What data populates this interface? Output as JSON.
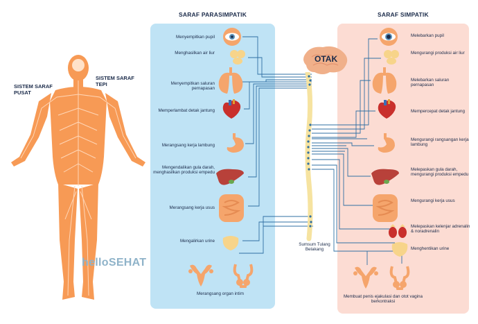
{
  "headers": {
    "parasympathetic": "SARAF PARASIMPATIK",
    "sympathetic": "SARAF SIMPATIK"
  },
  "body_labels": {
    "central": "SISTEM SARAF PUSAT",
    "peripheral": "SISTEM SARAF TEPI"
  },
  "center": {
    "brain": "OTAK",
    "spinal_cord": "Sumsum Tulang Belakang"
  },
  "parasympathetic_items": [
    "Menyempitkan pupil",
    "Menghasilkan air liur",
    "Menyempitkan saluran pernapasan",
    "Memperlambat detak jantung",
    "Merangsang kerja lambung",
    "Mengendalikan gula darah, menghasilkan produksi empedu",
    "Merangsang kerja usus",
    "Mengalirkan urine",
    "Merangsang organ intim"
  ],
  "sympathetic_items": [
    "Melebarkan pupil",
    "Mengurangi produksi air liur",
    "Melebarkan saluran pernapasan",
    "Mempercepat detak jantung",
    "Mengurangi rangsangan kerja lambung",
    "Melepaskan gula darah, mengurangi produksi empedu",
    "Mengurangi kerja usus",
    "Melepaskan kelenjar adrenalin & noradrenalin",
    "Menghentikan urine",
    "Membuat penis ejakulasi dan otot vagina berkontraksi"
  ],
  "brand": {
    "part1": "hello",
    "part2": "SEHAT"
  },
  "colors": {
    "left_panel": "#bfe3f5",
    "right_panel": "#fcdcd3",
    "line": "#2f6fa3",
    "organ": "#f5a56c",
    "body": "#f79a55",
    "brain": "#f0b08a",
    "spine": "#f6e3a0"
  }
}
